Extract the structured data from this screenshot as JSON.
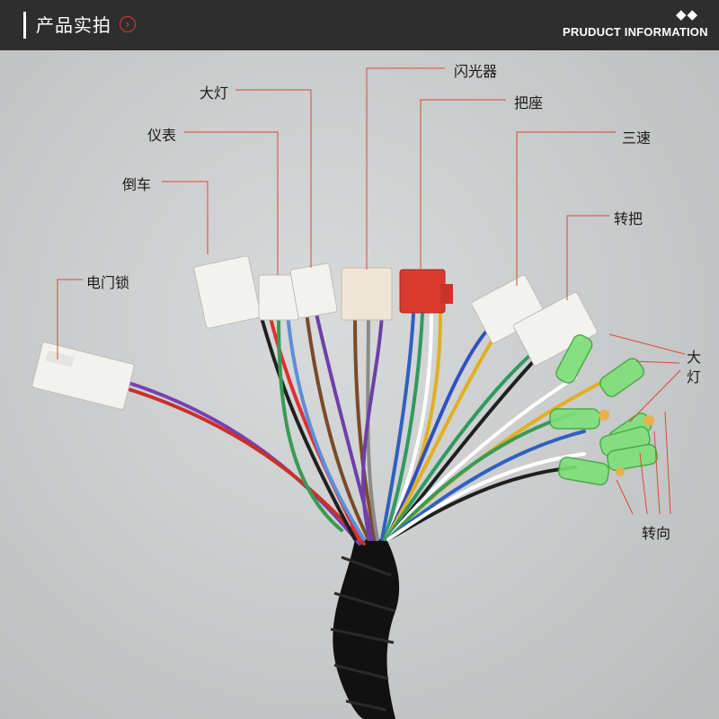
{
  "header": {
    "title": "产品实拍",
    "arrow_glyph": "›",
    "diamonds": "◆◆",
    "info": "PRUDUCT INFORMATION"
  },
  "labels": {
    "flasher": "闪光器",
    "headlight_top": "大灯",
    "handle_seat": "把座",
    "meter": "仪表",
    "three_speed": "三速",
    "reverse": "倒车",
    "throttle": "转把",
    "ignition": "电门锁",
    "headlight_right_1": "大",
    "headlight_right_2": "灯",
    "turn_signal": "转向"
  },
  "colors": {
    "accent_red": "#e23b2e",
    "header_bg": "#2e2e2e",
    "leader_line": "#d84a3a"
  }
}
